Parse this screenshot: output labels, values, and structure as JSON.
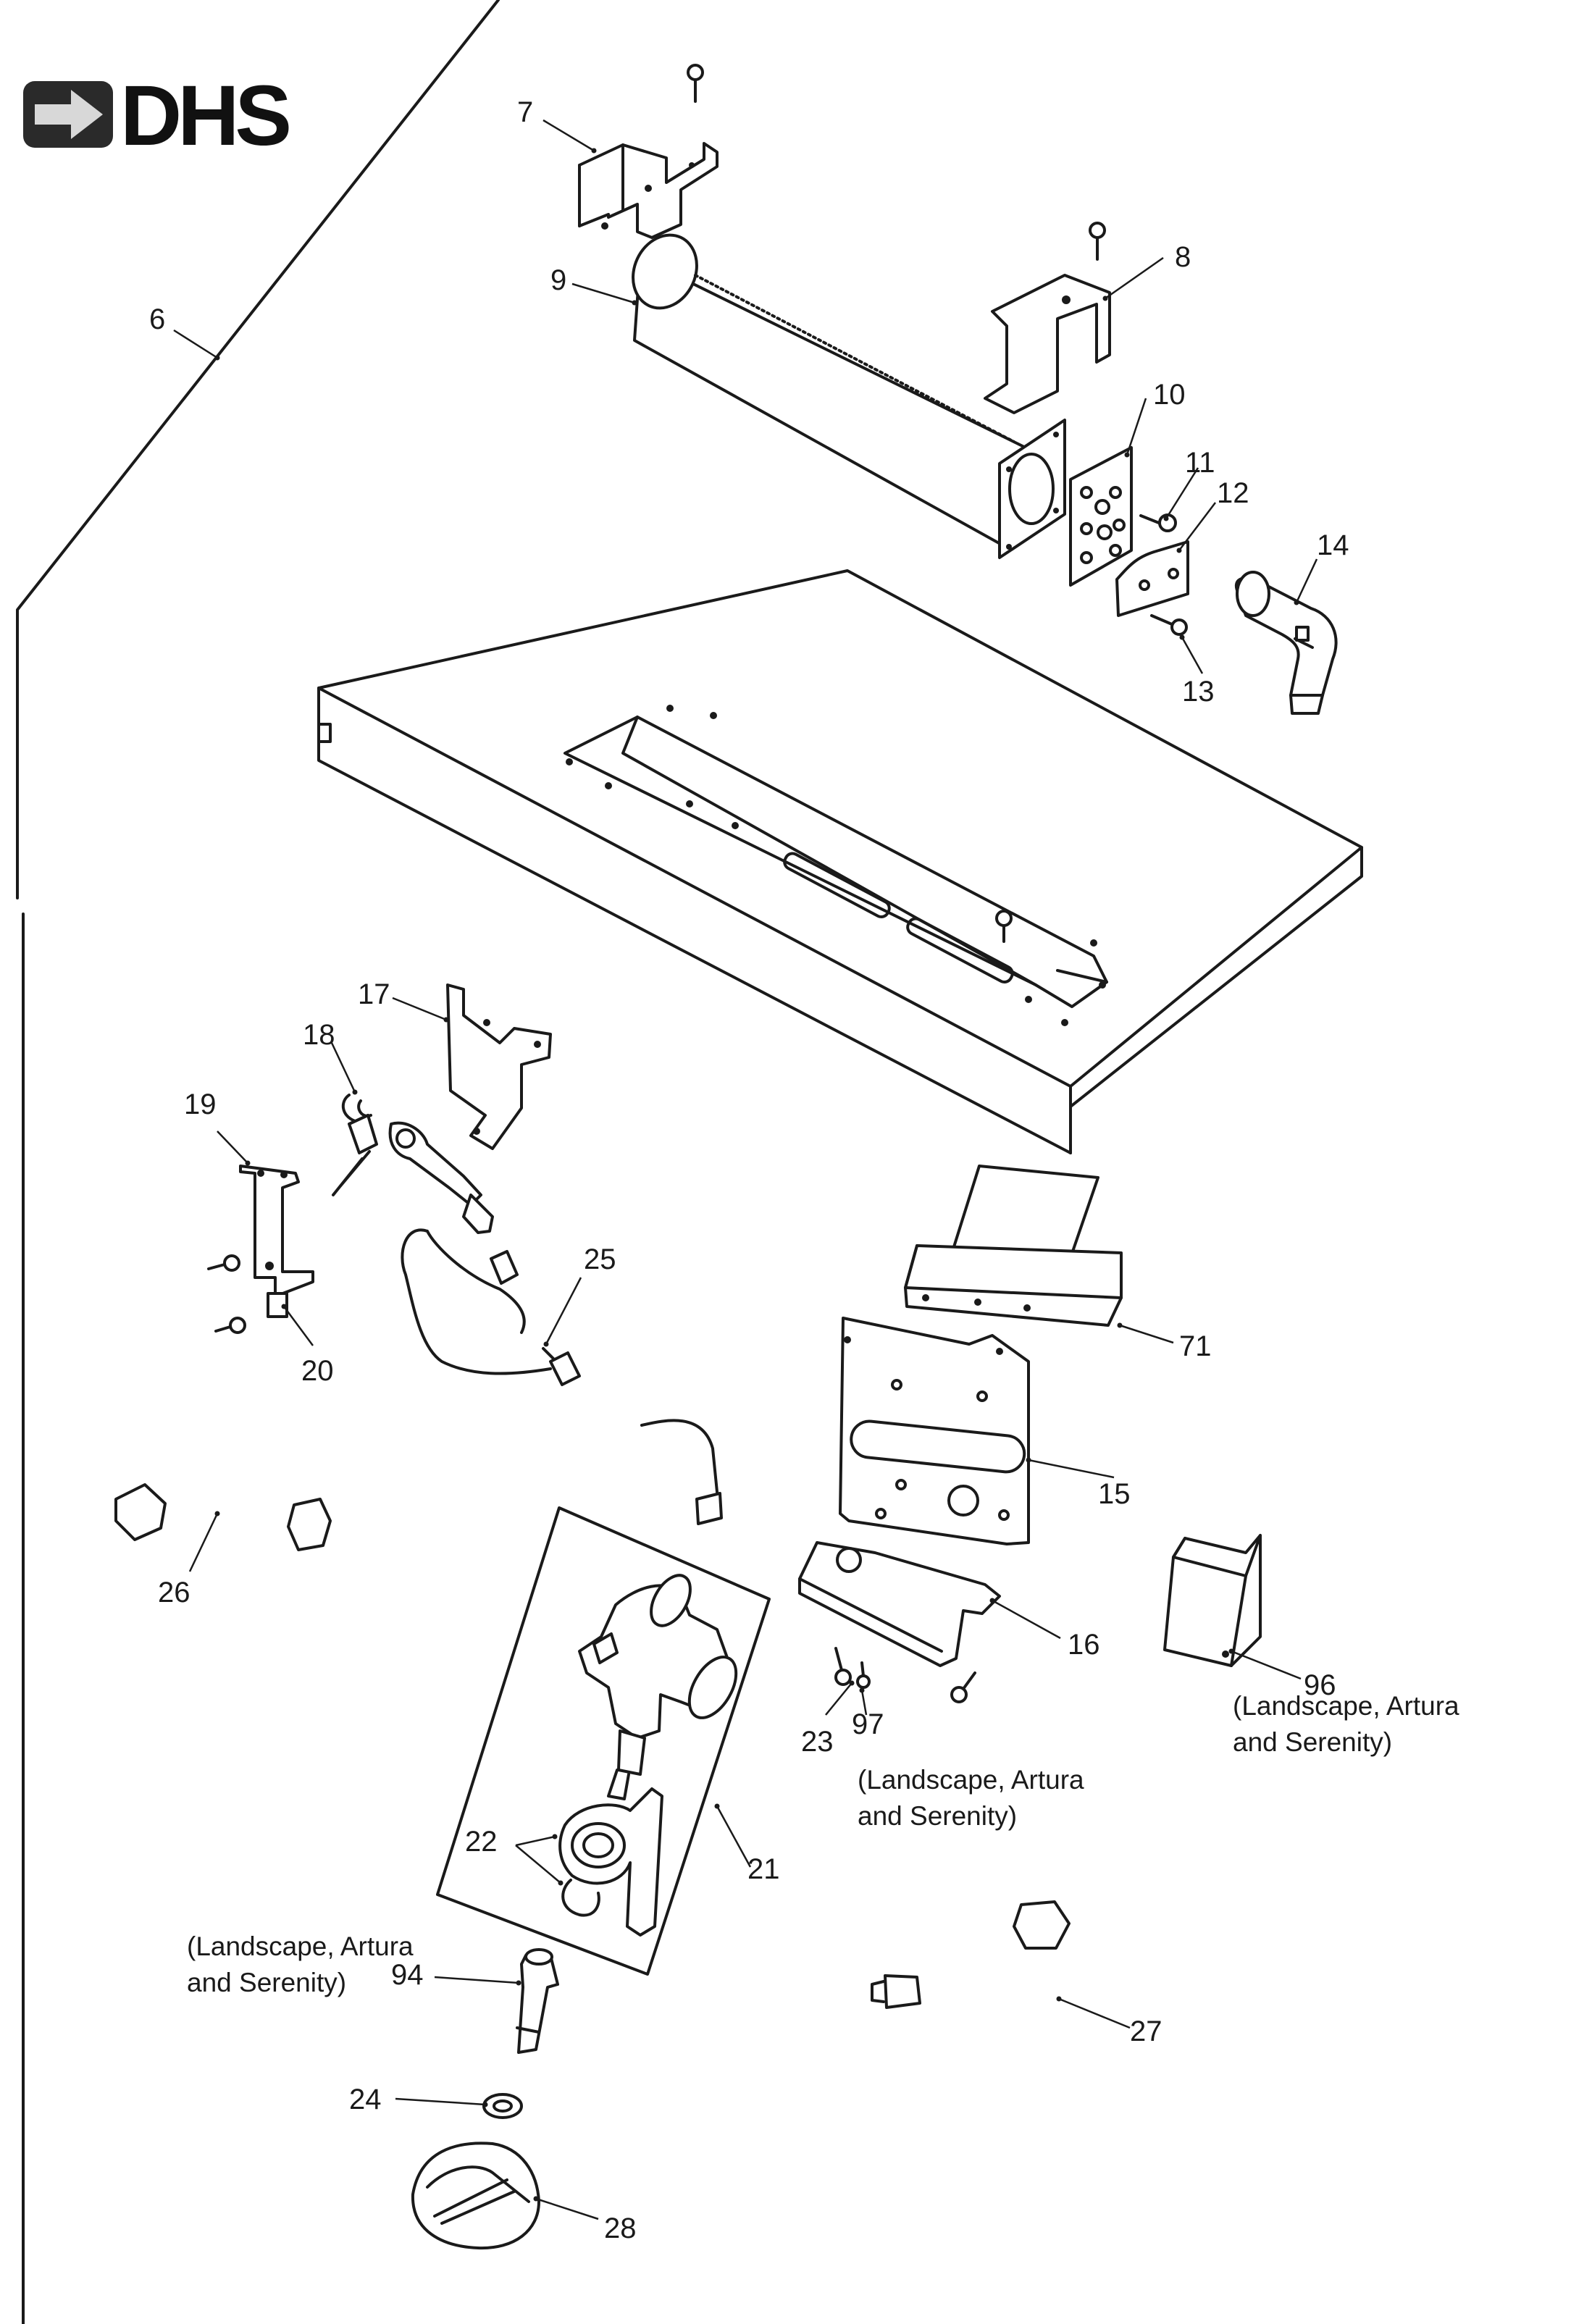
{
  "logo": {
    "text": "DHS",
    "icon": "arrow-right-icon"
  },
  "callouts": [
    {
      "id": "6",
      "label": "6"
    },
    {
      "id": "7",
      "label": "7"
    },
    {
      "id": "8",
      "label": "8"
    },
    {
      "id": "9",
      "label": "9"
    },
    {
      "id": "10",
      "label": "10"
    },
    {
      "id": "11",
      "label": "11"
    },
    {
      "id": "12",
      "label": "12"
    },
    {
      "id": "13",
      "label": "13"
    },
    {
      "id": "14",
      "label": "14"
    },
    {
      "id": "15",
      "label": "15"
    },
    {
      "id": "16",
      "label": "16"
    },
    {
      "id": "17",
      "label": "17"
    },
    {
      "id": "18",
      "label": "18"
    },
    {
      "id": "19",
      "label": "19"
    },
    {
      "id": "20",
      "label": "20"
    },
    {
      "id": "21",
      "label": "21"
    },
    {
      "id": "22",
      "label": "22"
    },
    {
      "id": "23",
      "label": "23"
    },
    {
      "id": "24",
      "label": "24"
    },
    {
      "id": "25",
      "label": "25"
    },
    {
      "id": "26",
      "label": "26"
    },
    {
      "id": "27",
      "label": "27"
    },
    {
      "id": "28",
      "label": "28"
    },
    {
      "id": "71",
      "label": "71"
    },
    {
      "id": "94",
      "label": "94"
    },
    {
      "id": "96",
      "label": "96"
    },
    {
      "id": "97",
      "label": "97"
    }
  ],
  "notes": {
    "n96": [
      "(Landscape, Artura",
      "and Serenity)"
    ],
    "n97": [
      "(Landscape, Artura",
      "and Serenity)"
    ],
    "n94": [
      "(Landscape, Artura",
      "and Serenity)"
    ]
  }
}
